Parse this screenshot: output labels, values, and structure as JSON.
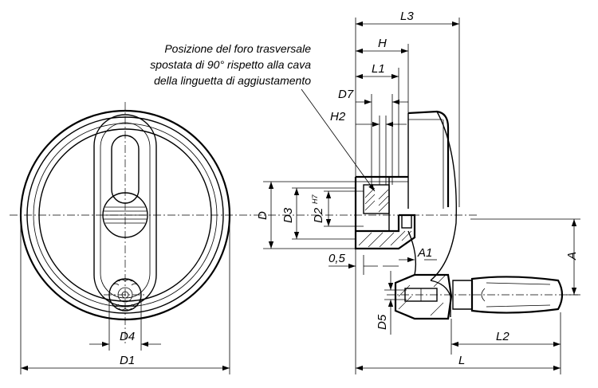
{
  "note": {
    "line1": "Posizione del foro trasversale",
    "line2": "spostata di 90° rispetto alla cava",
    "line3": "della linguetta di aggiustamento"
  },
  "dimensions": {
    "D1": "D1",
    "D4": "D4",
    "L3": "L3",
    "H": "H",
    "L1": "L1",
    "D7": "D7",
    "H2": "H2",
    "D": "D",
    "D3": "D3",
    "D2": "D2",
    "D2_tolerance": "H7",
    "zero_five": "0,5",
    "A1": "A1",
    "A": "A",
    "D5": "D5",
    "L2": "L2",
    "L": "L"
  }
}
